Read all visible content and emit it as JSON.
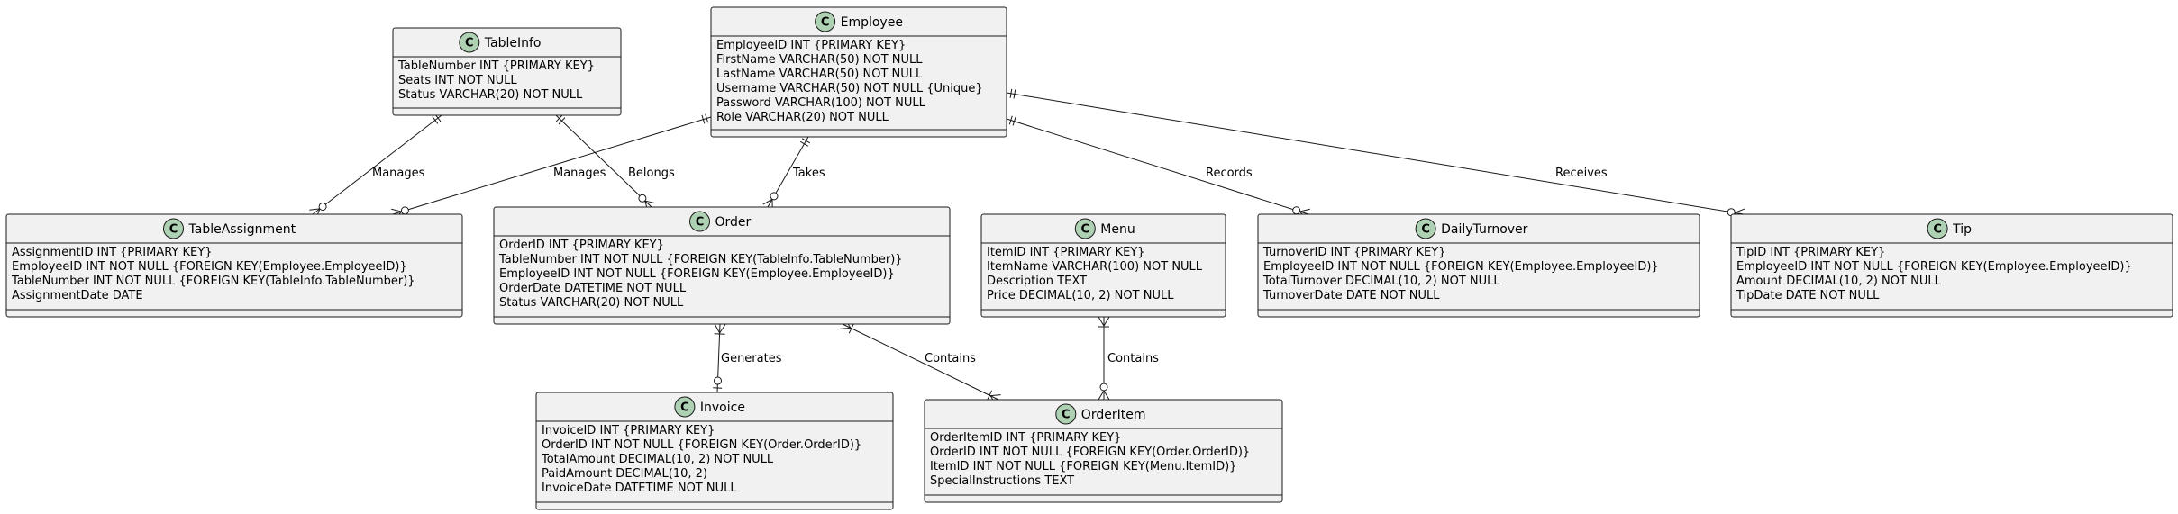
{
  "badge_letter": "C",
  "colors": {
    "box_fill": "#f1f1f1",
    "badge_fill": "#add1b2",
    "line": "#181818"
  },
  "entities": [
    {
      "id": "tableinfo",
      "name": "TableInfo",
      "attributes": [
        "TableNumber INT {PRIMARY KEY}",
        "Seats INT NOT NULL",
        "Status VARCHAR(20) NOT NULL"
      ]
    },
    {
      "id": "employee",
      "name": "Employee",
      "attributes": [
        "EmployeeID INT {PRIMARY KEY}",
        "FirstName VARCHAR(50) NOT NULL",
        "LastName VARCHAR(50) NOT NULL",
        "Username VARCHAR(50) NOT NULL {Unique}",
        "Password VARCHAR(100) NOT NULL",
        "Role VARCHAR(20) NOT NULL"
      ]
    },
    {
      "id": "tableassignment",
      "name": "TableAssignment",
      "attributes": [
        "AssignmentID INT {PRIMARY KEY}",
        "EmployeeID INT NOT NULL {FOREIGN KEY(Employee.EmployeeID)}",
        "TableNumber INT NOT NULL {FOREIGN KEY(TableInfo.TableNumber)}",
        "AssignmentDate DATE"
      ]
    },
    {
      "id": "order",
      "name": "Order",
      "attributes": [
        "OrderID INT {PRIMARY KEY}",
        "TableNumber INT NOT NULL {FOREIGN KEY(TableInfo.TableNumber)}",
        "EmployeeID INT NOT NULL {FOREIGN KEY(Employee.EmployeeID)}",
        "OrderDate DATETIME NOT NULL",
        "Status VARCHAR(20) NOT NULL"
      ]
    },
    {
      "id": "menu",
      "name": "Menu",
      "attributes": [
        "ItemID INT {PRIMARY KEY}",
        "ItemName VARCHAR(100) NOT NULL",
        "Description TEXT",
        "Price DECIMAL(10, 2) NOT NULL"
      ]
    },
    {
      "id": "dailyturnover",
      "name": "DailyTurnover",
      "attributes": [
        "TurnoverID INT {PRIMARY KEY}",
        "EmployeeID INT NOT NULL {FOREIGN KEY(Employee.EmployeeID)}",
        "TotalTurnover DECIMAL(10, 2) NOT NULL",
        "TurnoverDate DATE NOT NULL"
      ]
    },
    {
      "id": "tip",
      "name": "Tip",
      "attributes": [
        "TipID INT {PRIMARY KEY}",
        "EmployeeID INT NOT NULL {FOREIGN KEY(Employee.EmployeeID)}",
        "Amount DECIMAL(10, 2) NOT NULL",
        "TipDate DATE NOT NULL"
      ]
    },
    {
      "id": "invoice",
      "name": "Invoice",
      "attributes": [
        "InvoiceID INT {PRIMARY KEY}",
        "OrderID INT NOT NULL {FOREIGN KEY(Order.OrderID)}",
        "TotalAmount DECIMAL(10, 2) NOT NULL",
        "PaidAmount DECIMAL(10, 2)",
        "InvoiceDate DATETIME NOT NULL"
      ]
    },
    {
      "id": "orderitem",
      "name": "OrderItem",
      "attributes": [
        "OrderItemID INT {PRIMARY KEY}",
        "OrderID INT NOT NULL {FOREIGN KEY(Order.OrderID)}",
        "ItemID INT NOT NULL {FOREIGN KEY(Menu.ItemID)}",
        "SpecialInstructions TEXT"
      ]
    }
  ],
  "relationships": [
    {
      "id": "tableinfo-manages-tableassignment",
      "from": "TableInfo",
      "to": "TableAssignment",
      "label": "Manages",
      "from_end": "one-mandatory",
      "to_end": "zero-or-many"
    },
    {
      "id": "tableinfo-belongs-order",
      "from": "TableInfo",
      "to": "Order",
      "label": "Belongs",
      "from_end": "one-mandatory",
      "to_end": "zero-or-many"
    },
    {
      "id": "employee-manages-tableassignment",
      "from": "Employee",
      "to": "TableAssignment",
      "label": "Manages",
      "from_end": "one-mandatory",
      "to_end": "zero-or-many"
    },
    {
      "id": "employee-takes-order",
      "from": "Employee",
      "to": "Order",
      "label": "Takes",
      "from_end": "one-mandatory",
      "to_end": "zero-or-many"
    },
    {
      "id": "employee-records-dailyturnover",
      "from": "Employee",
      "to": "DailyTurnover",
      "label": "Records",
      "from_end": "one-mandatory",
      "to_end": "zero-or-many"
    },
    {
      "id": "employee-receives-tip",
      "from": "Employee",
      "to": "Tip",
      "label": "Receives",
      "from_end": "one-mandatory",
      "to_end": "zero-or-many"
    },
    {
      "id": "order-generates-invoice",
      "from": "Order",
      "to": "Invoice",
      "label": "Generates",
      "from_end": "one-or-many",
      "to_end": "zero-or-one"
    },
    {
      "id": "order-contains-orderitem",
      "from": "Order",
      "to": "OrderItem",
      "label": "Contains",
      "from_end": "one-or-many",
      "to_end": "one-or-many"
    },
    {
      "id": "menu-contains-orderitem",
      "from": "Menu",
      "to": "OrderItem",
      "label": "Contains",
      "from_end": "one-or-many",
      "to_end": "zero-or-many"
    }
  ]
}
